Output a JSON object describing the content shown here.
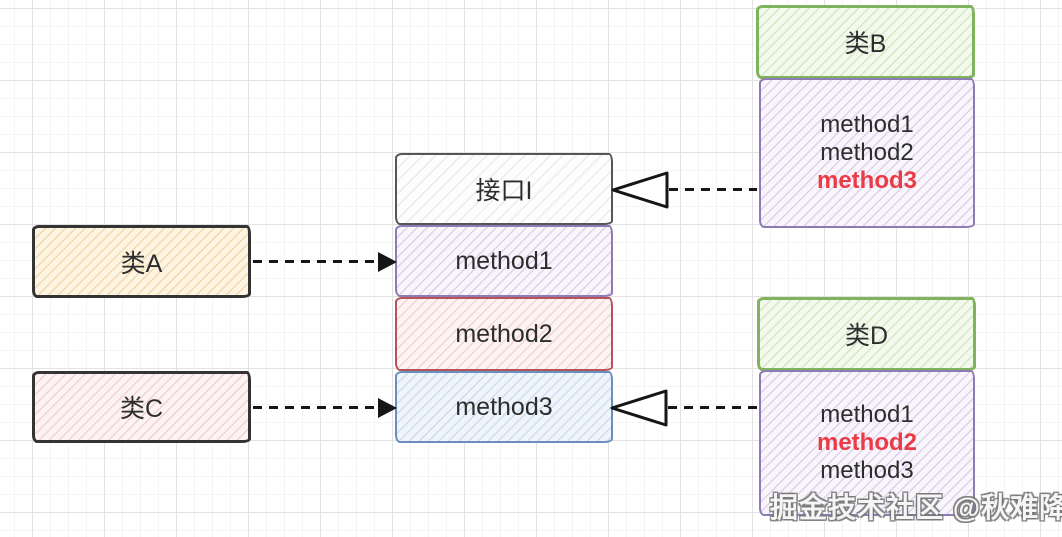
{
  "colors": {
    "ink": "#2d2d2d",
    "red-text": "#ea3b46",
    "arrow": "#161616",
    "black-border": "#343434",
    "gray-border": "#565656",
    "green-border": "#7fb35e",
    "purple-border": "#8e7ab5",
    "red-border": "#b5535b",
    "blue-border": "#6c8ebf",
    "grid-major": "#e2e2e2",
    "grid-minor": "#f4f4f4",
    "fill-yellow": "#fdf5e1",
    "hatch-yellow": "#f1d7ae",
    "fill-pink": "#fdf3f3",
    "hatch-pink": "#f0d2d4",
    "fill-green": "#f4f9ee",
    "hatch-green": "#d3e7c1",
    "fill-purple": "#f8f5fb",
    "hatch-purple": "#ddd1eb",
    "fill-red": "#fcf3f2",
    "hatch-red": "#f2d5d2",
    "fill-blue": "#f0f5fb",
    "hatch-blue": "#cdddef",
    "fill-gray": "#fdfdfd",
    "hatch-gray": "#ebebeb"
  },
  "interface": {
    "title": "接口I",
    "methods": [
      {
        "label": "method1",
        "accent": "purple"
      },
      {
        "label": "method2",
        "accent": "red"
      },
      {
        "label": "method3",
        "accent": "blue"
      }
    ]
  },
  "class_a": {
    "title": "类A",
    "implements": "method1"
  },
  "class_c": {
    "title": "类C",
    "implements": "method3"
  },
  "class_b": {
    "title": "类B",
    "realizes": "接口I",
    "methods": [
      {
        "label": "method1",
        "emphasis": false
      },
      {
        "label": "method2",
        "emphasis": false
      },
      {
        "label": "method3",
        "emphasis": true
      }
    ]
  },
  "class_d": {
    "title": "类D",
    "realizes": "method3",
    "methods": [
      {
        "label": "method1",
        "emphasis": false
      },
      {
        "label": "method2",
        "emphasis": true
      },
      {
        "label": "method3",
        "emphasis": false
      }
    ]
  },
  "watermark": "掘金技术社区 @秋难降"
}
